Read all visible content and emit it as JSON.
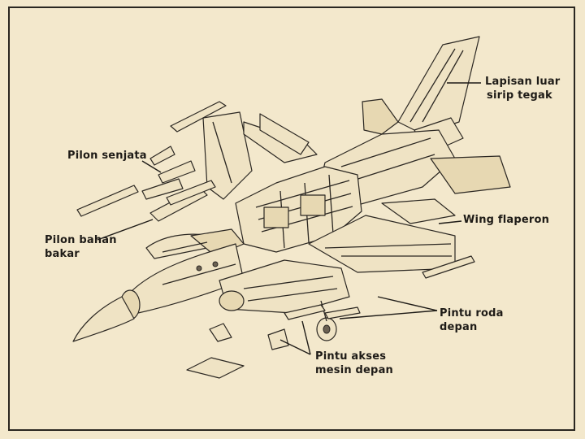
{
  "labels": {
    "skin_fin_1": "Lapisan luar",
    "skin_fin_2": "sirip tegak",
    "pylon_weapon": "Pilon senjata",
    "pylon_fuel_1": "Pilon bahan",
    "pylon_fuel_2": "bakar",
    "wing_flaperon": "Wing flaperon",
    "gear_door_1": "Pintu roda",
    "gear_door_2": "depan",
    "engine_door_1": "Pintu akses",
    "engine_door_2": "mesin depan"
  },
  "colors": {
    "paper": "#f3e8cc",
    "ink": "#2b2722"
  }
}
